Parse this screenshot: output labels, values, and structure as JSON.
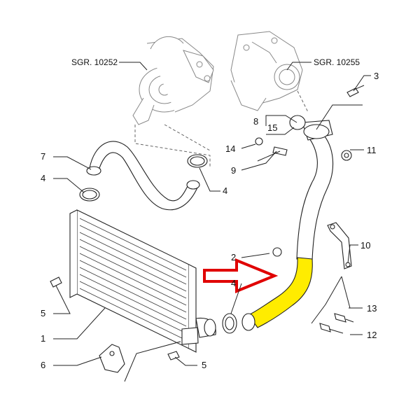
{
  "callouts": {
    "sgr_left": "SGR. 10252",
    "sgr_right": "SGR. 10255",
    "n1": "1",
    "n2": "2",
    "n3": "3",
    "n4a": "4",
    "n4b": "4",
    "n4c": "4",
    "n5a": "5",
    "n5b": "5",
    "n6": "6",
    "n7": "7",
    "n8": "8",
    "n9": "9",
    "n10": "10",
    "n11": "11",
    "n12": "12",
    "n13": "13",
    "n14": "14",
    "n15": "15"
  },
  "colors": {
    "highlight_hose": "#ffec00",
    "arrow_outline": "#e00000",
    "line": "#222222"
  },
  "icons": {
    "pointer": "red-outline-arrow-icon"
  }
}
